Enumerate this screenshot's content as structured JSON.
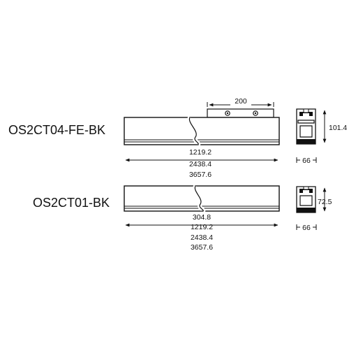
{
  "products": [
    {
      "model": "OS2CT04-FE-BK",
      "bracket_length": "200",
      "lengths": [
        "1219.2",
        "2438.4",
        "3657.6"
      ],
      "height": "101.4",
      "width": "66"
    },
    {
      "model": "OS2CT01-BK",
      "lengths": [
        "304.8",
        "1219.2",
        "2438.4",
        "3657.6"
      ],
      "height": "72.5",
      "width": "66"
    }
  ]
}
